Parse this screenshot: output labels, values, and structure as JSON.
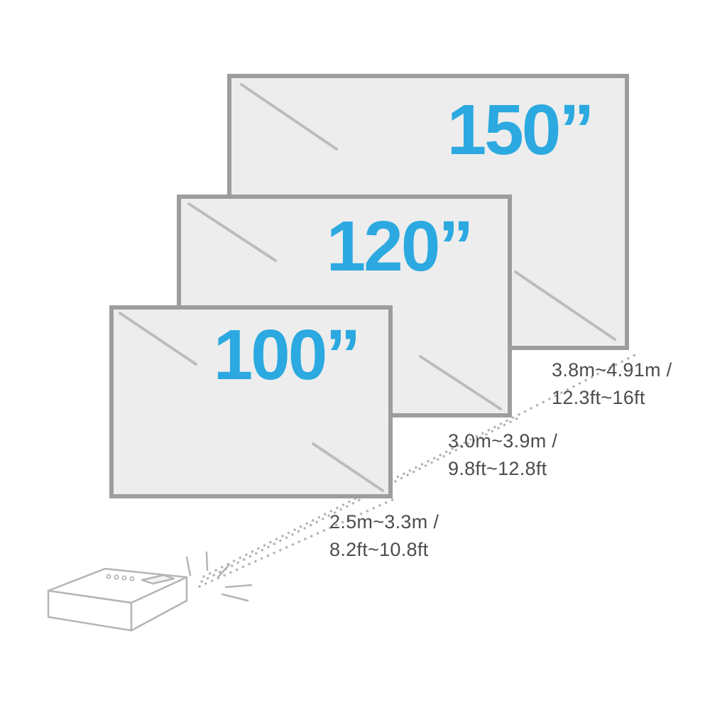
{
  "colors": {
    "accent_blue": "#2BA9E0",
    "screen_fill": "#EDEDED",
    "screen_border": "#9D9D9D",
    "line_gray": "#B5B5B5",
    "text_gray": "#4D4D4D"
  },
  "screens": [
    {
      "id": "150",
      "size_label": "150”",
      "distance": {
        "metric": "3.8m~4.91m /",
        "imperial": "12.3ft~16ft"
      }
    },
    {
      "id": "120",
      "size_label": "120”",
      "distance": {
        "metric": "3.0m~3.9m /",
        "imperial": "9.8ft~12.8ft"
      }
    },
    {
      "id": "100",
      "size_label": "100”",
      "distance": {
        "metric": "2.5m~3.3m /",
        "imperial": "8.2ft~10.8ft"
      }
    }
  ]
}
